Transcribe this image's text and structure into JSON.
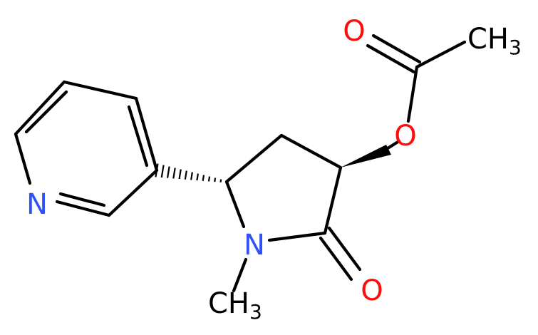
{
  "colors": {
    "bond": "#000000",
    "oxygen": "#ff0d0d",
    "nitrogen": "#3050f8",
    "carbon_label": "#000000",
    "background": "#ffffff"
  },
  "atoms": {
    "o_carbonyl_ester": {
      "symbol": "O"
    },
    "ch3_acetyl": {
      "symbol": "CH",
      "subscript": "3"
    },
    "o_ester": {
      "symbol": "O"
    },
    "n_pyridine": {
      "symbol": "N"
    },
    "n_lactam": {
      "symbol": "N"
    },
    "o_lactam": {
      "symbol": "O"
    },
    "ch3_n_methyl": {
      "symbol": "CH",
      "subscript": "3"
    }
  }
}
